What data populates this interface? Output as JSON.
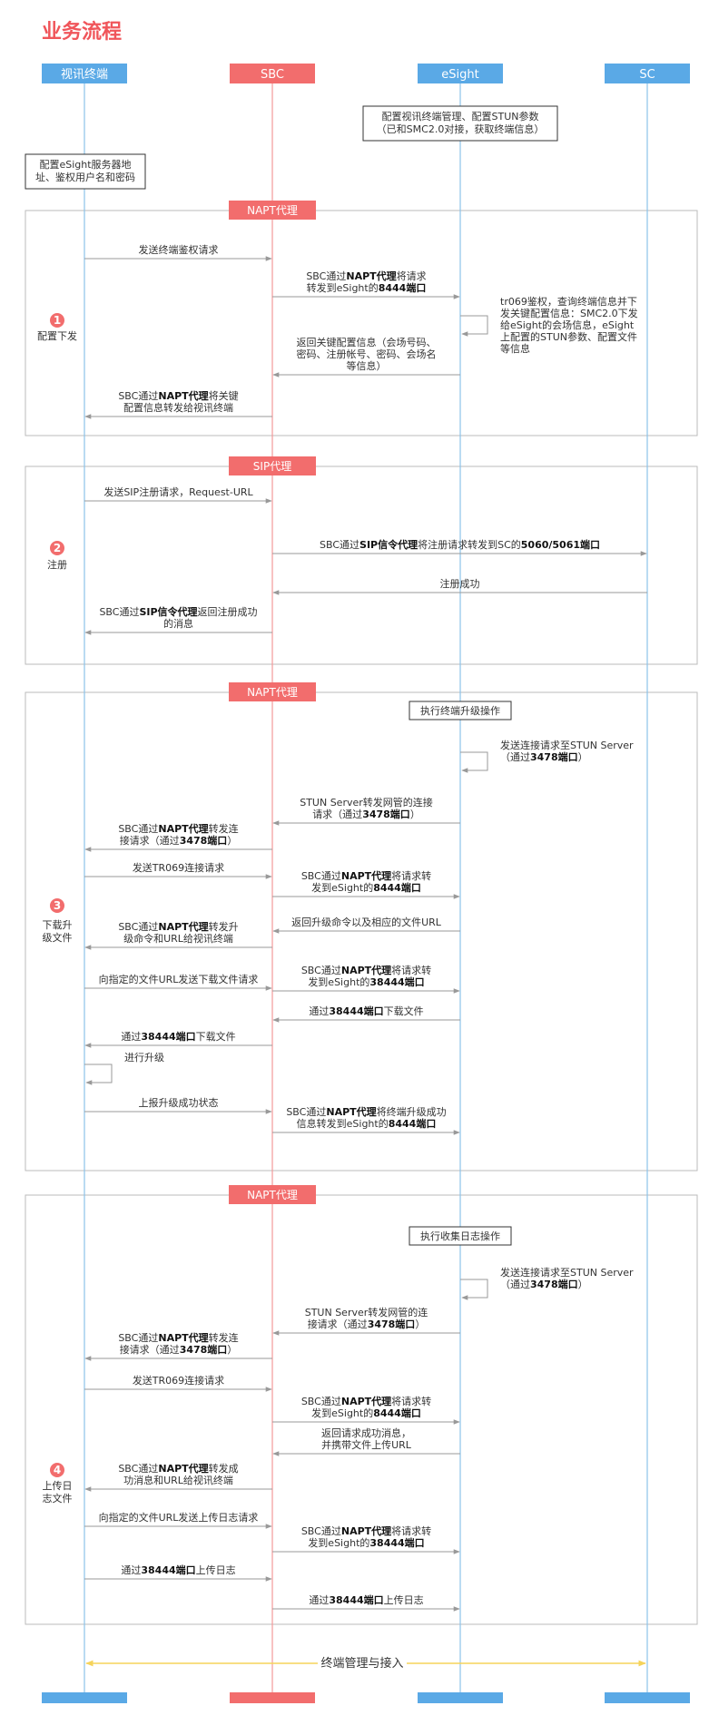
{
  "title": "业务流程",
  "participants": [
    {
      "name": "视讯终端",
      "color": "#5aa9e6"
    },
    {
      "name": "SBC",
      "color": "#f26d6d"
    },
    {
      "name": "eSight",
      "color": "#5aa9e6"
    },
    {
      "name": "SC",
      "color": "#5aa9e6"
    }
  ],
  "notes": [
    {
      "lines": [
        "配置视讯终端管理、配置STUN参数",
        "（已和SMC2.0对接，获取终端信息）"
      ]
    },
    {
      "lines": [
        "配置eSight服务器地",
        "址、鉴权用户名和密码"
      ]
    }
  ],
  "sections": [
    {
      "label": "NAPT代理",
      "num": "1",
      "phase": [
        "配置下发"
      ],
      "boxes": [],
      "messages": [
        {
          "from": 0,
          "to": 1,
          "lines": [
            [
              {
                "t": "发送终端鉴权请求"
              }
            ]
          ]
        },
        {
          "from": 1,
          "to": 2,
          "lines": [
            [
              {
                "t": "SBC通过"
              },
              {
                "t": "NAPT代理",
                "b": true
              },
              {
                "t": "将请求"
              }
            ],
            [
              {
                "t": "转发到eSight的"
              },
              {
                "t": "8444端口",
                "b": true
              }
            ]
          ]
        },
        {
          "self": 2,
          "lines": [
            [
              {
                "t": "tr069鉴权，查询终端信息并下"
              }
            ],
            [
              {
                "t": "发关键配置信息：SMC2.0下发"
              }
            ],
            [
              {
                "t": "给eSight的会场信息，eSight"
              }
            ],
            [
              {
                "t": "上配置的STUN参数、配置文件"
              }
            ],
            [
              {
                "t": "等信息"
              }
            ]
          ]
        },
        {
          "from": 2,
          "to": 1,
          "lines": [
            [
              {
                "t": "返回关键配置信息（会场号码、"
              }
            ],
            [
              {
                "t": "密码、注册帐号、密码、会场名"
              }
            ],
            [
              {
                "t": "等信息）"
              }
            ]
          ]
        },
        {
          "from": 1,
          "to": 0,
          "lines": [
            [
              {
                "t": "SBC通过"
              },
              {
                "t": "NAPT代理",
                "b": true
              },
              {
                "t": "将关键"
              }
            ],
            [
              {
                "t": "配置信息转发给视讯终端"
              }
            ]
          ]
        }
      ]
    },
    {
      "label": "SIP代理",
      "num": "2",
      "phase": [
        "注册"
      ],
      "boxes": [],
      "messages": [
        {
          "from": 0,
          "to": 1,
          "lines": [
            [
              {
                "t": "发送SIP注册请求，Request-URL"
              }
            ]
          ]
        },
        {
          "from": 1,
          "to": 3,
          "lines": [
            [
              {
                "t": "SBC通过"
              },
              {
                "t": "SIP信令代理",
                "b": true
              },
              {
                "t": "将注册请求转发到SC的"
              },
              {
                "t": "5060/5061端口",
                "b": true
              }
            ]
          ]
        },
        {
          "from": 3,
          "to": 1,
          "lines": [
            [
              {
                "t": "注册成功"
              }
            ]
          ]
        },
        {
          "from": 1,
          "to": 0,
          "lines": [
            [
              {
                "t": "SBC通过"
              },
              {
                "t": "SIP信令代理",
                "b": true
              },
              {
                "t": "返回注册成功"
              }
            ],
            [
              {
                "t": "的消息"
              }
            ]
          ]
        }
      ]
    },
    {
      "label": "NAPT代理",
      "num": "3",
      "phase": [
        "下载升",
        "级文件"
      ],
      "boxes": [
        "执行终端升级操作"
      ],
      "messages": [
        {
          "self": 2,
          "lines": [
            [
              {
                "t": "发送连接请求至STUN Server"
              }
            ],
            [
              {
                "t": "（通过"
              },
              {
                "t": "3478端口",
                "b": true
              },
              {
                "t": "）"
              }
            ]
          ]
        },
        {
          "from": 2,
          "to": 1,
          "lines": [
            [
              {
                "t": "STUN Server转发网管的连接"
              }
            ],
            [
              {
                "t": "请求（通过"
              },
              {
                "t": "3478端口",
                "b": true
              },
              {
                "t": "）"
              }
            ]
          ]
        },
        {
          "from": 1,
          "to": 0,
          "lines": [
            [
              {
                "t": "SBC通过"
              },
              {
                "t": "NAPT代理",
                "b": true
              },
              {
                "t": "转发连"
              }
            ],
            [
              {
                "t": "接请求（通过"
              },
              {
                "t": "3478端口",
                "b": true
              },
              {
                "t": "）"
              }
            ]
          ]
        },
        {
          "from": 0,
          "to": 1,
          "lines": [
            [
              {
                "t": "发送TR069连接请求"
              }
            ]
          ]
        },
        {
          "from": 1,
          "to": 2,
          "lines": [
            [
              {
                "t": "SBC通过"
              },
              {
                "t": "NAPT代理",
                "b": true
              },
              {
                "t": "将请求转"
              }
            ],
            [
              {
                "t": "发到eSight的"
              },
              {
                "t": "8444端口",
                "b": true
              }
            ]
          ]
        },
        {
          "from": 2,
          "to": 1,
          "lines": [
            [
              {
                "t": "返回升级命令以及相应的文件URL"
              }
            ]
          ]
        },
        {
          "from": 1,
          "to": 0,
          "lines": [
            [
              {
                "t": "SBC通过"
              },
              {
                "t": "NAPT代理",
                "b": true
              },
              {
                "t": "转发升"
              }
            ],
            [
              {
                "t": "级命令和URL给视讯终端"
              }
            ]
          ]
        },
        {
          "from": 0,
          "to": 1,
          "lines": [
            [
              {
                "t": "向指定的文件URL发送下载文件请求"
              }
            ]
          ]
        },
        {
          "from": 1,
          "to": 2,
          "lines": [
            [
              {
                "t": "SBC通过"
              },
              {
                "t": "NAPT代理",
                "b": true
              },
              {
                "t": "将请求转"
              }
            ],
            [
              {
                "t": "发到eSight的"
              },
              {
                "t": "38444端口",
                "b": true
              }
            ]
          ]
        },
        {
          "from": 2,
          "to": 1,
          "lines": [
            [
              {
                "t": "通过"
              },
              {
                "t": "38444端口",
                "b": true
              },
              {
                "t": "下载文件"
              }
            ]
          ]
        },
        {
          "from": 1,
          "to": 0,
          "lines": [
            [
              {
                "t": "通过"
              },
              {
                "t": "38444端口",
                "b": true
              },
              {
                "t": "下载文件"
              }
            ]
          ]
        },
        {
          "self": 0,
          "lines": [
            [
              {
                "t": "进行升级"
              }
            ]
          ]
        },
        {
          "from": 0,
          "to": 1,
          "lines": [
            [
              {
                "t": "上报升级成功状态"
              }
            ]
          ]
        },
        {
          "from": 1,
          "to": 2,
          "lines": [
            [
              {
                "t": "SBC通过"
              },
              {
                "t": "NAPT代理",
                "b": true
              },
              {
                "t": "将终端升级成功"
              }
            ],
            [
              {
                "t": "信息转发到eSight的"
              },
              {
                "t": "8444端口",
                "b": true
              }
            ]
          ]
        }
      ]
    },
    {
      "label": "NAPT代理",
      "num": "4",
      "phase": [
        "上传日",
        "志文件"
      ],
      "boxes": [
        "执行收集日志操作"
      ],
      "messages": [
        {
          "self": 2,
          "lines": [
            [
              {
                "t": "发送连接请求至STUN Server"
              }
            ],
            [
              {
                "t": "（通过"
              },
              {
                "t": "3478端口",
                "b": true
              },
              {
                "t": "）"
              }
            ]
          ]
        },
        {
          "from": 2,
          "to": 1,
          "lines": [
            [
              {
                "t": "STUN Server转发网管的连"
              }
            ],
            [
              {
                "t": "接请求（通过"
              },
              {
                "t": "3478端口",
                "b": true
              },
              {
                "t": "）"
              }
            ]
          ]
        },
        {
          "from": 1,
          "to": 0,
          "lines": [
            [
              {
                "t": "SBC通过"
              },
              {
                "t": "NAPT代理",
                "b": true
              },
              {
                "t": "转发连"
              }
            ],
            [
              {
                "t": "接请求（通过"
              },
              {
                "t": "3478端口",
                "b": true
              },
              {
                "t": "）"
              }
            ]
          ]
        },
        {
          "from": 0,
          "to": 1,
          "lines": [
            [
              {
                "t": "发送TR069连接请求"
              }
            ]
          ]
        },
        {
          "from": 1,
          "to": 2,
          "lines": [
            [
              {
                "t": "SBC通过"
              },
              {
                "t": "NAPT代理",
                "b": true
              },
              {
                "t": "将请求转"
              }
            ],
            [
              {
                "t": "发到eSight的"
              },
              {
                "t": "8444端口",
                "b": true
              }
            ]
          ]
        },
        {
          "from": 2,
          "to": 1,
          "lines": [
            [
              {
                "t": "返回请求成功消息，"
              }
            ],
            [
              {
                "t": "并携带文件上传URL"
              }
            ]
          ]
        },
        {
          "from": 1,
          "to": 0,
          "lines": [
            [
              {
                "t": "SBC通过"
              },
              {
                "t": "NAPT代理",
                "b": true
              },
              {
                "t": "转发成"
              }
            ],
            [
              {
                "t": "功消息和URL给视讯终端"
              }
            ]
          ]
        },
        {
          "from": 0,
          "to": 1,
          "lines": [
            [
              {
                "t": "向指定的文件URL发送上传日志请求"
              }
            ]
          ]
        },
        {
          "from": 1,
          "to": 2,
          "lines": [
            [
              {
                "t": "SBC通过"
              },
              {
                "t": "NAPT代理",
                "b": true
              },
              {
                "t": "将请求转"
              }
            ],
            [
              {
                "t": "发到eSight的"
              },
              {
                "t": "38444端口",
                "b": true
              }
            ]
          ]
        },
        {
          "from": 0,
          "to": 1,
          "lines": [
            [
              {
                "t": "通过"
              },
              {
                "t": "38444端口",
                "b": true
              },
              {
                "t": "上传日志"
              }
            ]
          ]
        },
        {
          "from": 1,
          "to": 2,
          "lines": [
            [
              {
                "t": "通过"
              },
              {
                "t": "38444端口",
                "b": true
              },
              {
                "t": "上传日志"
              }
            ]
          ]
        }
      ]
    }
  ],
  "bottom": {
    "label": "终端管理与接入"
  },
  "colors": {
    "blue": "#5aa9e6",
    "red": "#f26d6d",
    "lifeline_blue": "#8cc3ea",
    "lifeline_red": "#f29a9a",
    "arrow": "#999999",
    "frame": "#bbbbbb",
    "yellow": "#f5d35a",
    "title": "#f0555a"
  }
}
